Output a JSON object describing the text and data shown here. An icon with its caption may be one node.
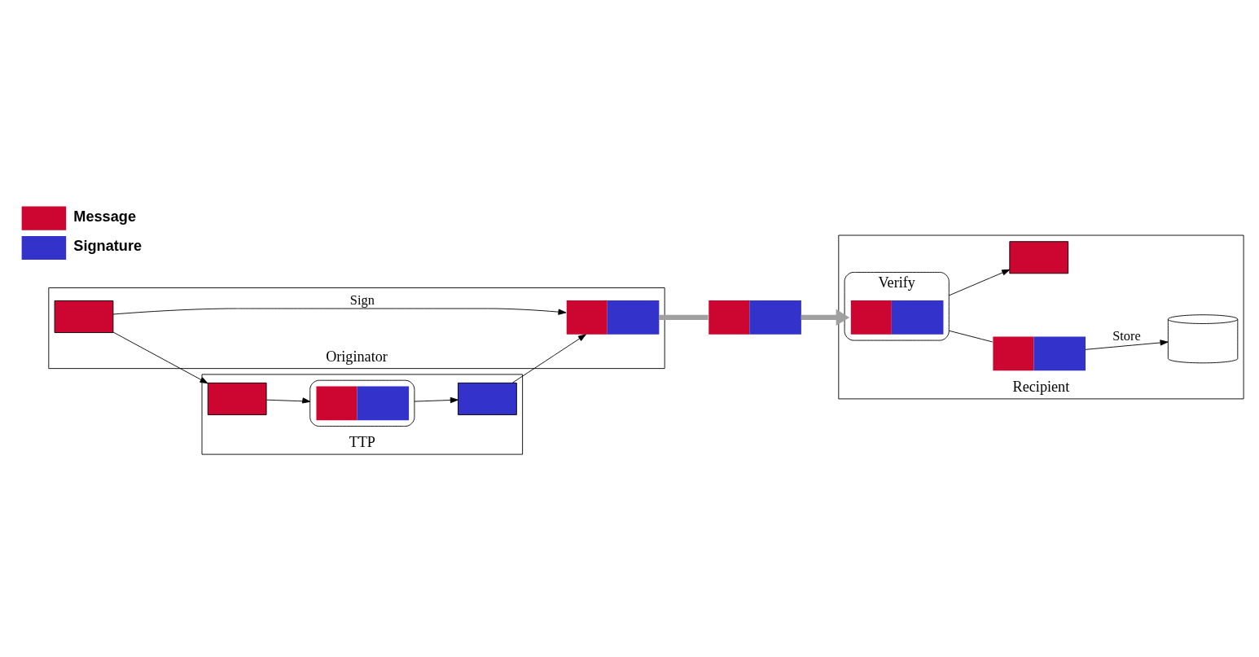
{
  "diagram": {
    "nodes": [
      {
        "text": [
          "Originator"
        ]
      },
      {
        "text": [],
        "shape": "box",
        "in": 0
      },
      {
        "text": [],
        "shape": "box",
        "in": 0
      },
      {
        "text": [
          "TTP"
        ]
      },
      {
        "text": [],
        "shape": "box",
        "in": 3
      },
      {
        "text": [],
        "shape": "box",
        "in": 3
      },
      {
        "text": [],
        "shape": "box",
        "in": 5
      },
      {
        "text": [],
        "shape": "box",
        "in": 3
      },
      {
        "text": [],
        "shape": "box"
      },
      {
        "text": [
          "Recipient"
        ]
      },
      {
        "text": [
          "Verify"
        ],
        "in": 9
      },
      {
        "text": [],
        "shape": "box",
        "in": 10
      },
      {
        "text": [],
        "shape": "box",
        "in": 9
      },
      {
        "text": [],
        "shape": "box",
        "in": 9
      },
      {
        "text": [],
        "shape": "cylinder",
        "in": 9
      }
    ],
    "edges": [
      {
        "from": 1,
        "to": 2,
        "arrow": "to",
        "label": "Sign"
      },
      {
        "from": 1,
        "to": 4,
        "arrow": "to"
      },
      {
        "from": 4,
        "to": 5,
        "arrow": "to"
      },
      {
        "from": 5,
        "to": 7,
        "arrow": "to"
      },
      {
        "from": 7,
        "to": 2,
        "arrow": "to"
      },
      {
        "from": 2,
        "to": 8,
        "arrow": "none",
        "style": "thick",
        "color": "#a0a0a0"
      },
      {
        "from": 8,
        "to": 10,
        "arrow": "to",
        "style": "thick",
        "color": "#a0a0a0"
      },
      {
        "from": 10,
        "to": 12,
        "arrow": "to"
      },
      {
        "from": 10,
        "to": 13,
        "arrow": "none"
      },
      {
        "from": 13,
        "to": 14,
        "arrow": "to",
        "label": "Store"
      }
    ],
    "legend": [
      {
        "text": "Message",
        "color": "#cc0630"
      },
      {
        "text": "Signature",
        "color": "#3333cc"
      }
    ]
  }
}
